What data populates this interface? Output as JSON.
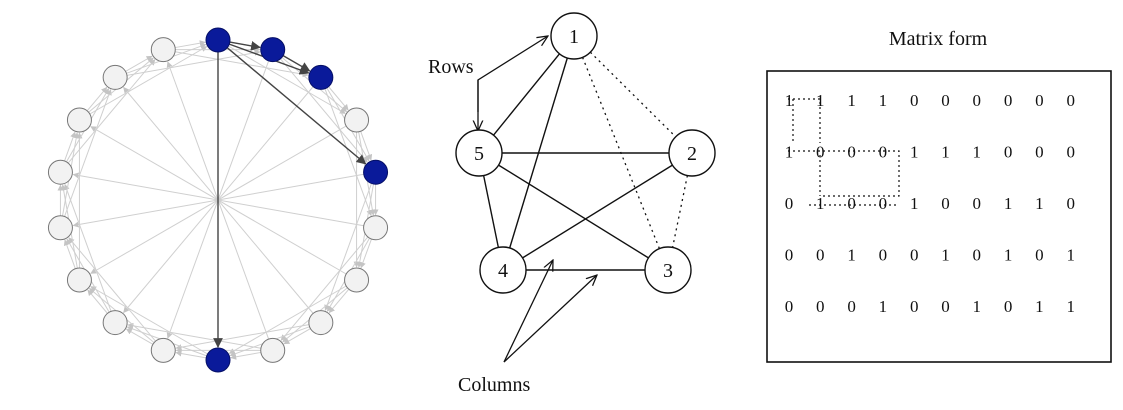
{
  "circle_graph": {
    "node_count": 18,
    "highlighted_nodes": [
      0,
      1,
      2,
      4,
      9
    ],
    "bold_edges": [
      [
        0,
        1
      ],
      [
        1,
        2
      ],
      [
        0,
        2
      ],
      [
        0,
        4
      ],
      [
        0,
        9
      ]
    ],
    "colors": {
      "highlight": "#0a1a9a",
      "node": "#f2f2f2",
      "edge": "#cfcfcf",
      "bold_edge": "#444444"
    }
  },
  "pentagon": {
    "nodes": [
      {
        "id": "1",
        "label": "1"
      },
      {
        "id": "2",
        "label": "2"
      },
      {
        "id": "3",
        "label": "3"
      },
      {
        "id": "4",
        "label": "4"
      },
      {
        "id": "5",
        "label": "5"
      }
    ],
    "solid_edges": [
      [
        "1",
        "4"
      ],
      [
        "1",
        "5"
      ],
      [
        "2",
        "5"
      ],
      [
        "2",
        "4"
      ],
      [
        "3",
        "5"
      ],
      [
        "3",
        "4"
      ],
      [
        "4",
        "5"
      ]
    ],
    "dotted_edges": [
      [
        "1",
        "2"
      ],
      [
        "1",
        "3"
      ],
      [
        "2",
        "3"
      ]
    ],
    "rows_label": "Rows",
    "columns_label": "Columns"
  },
  "matrix": {
    "title": "Matrix form",
    "rows": [
      [
        "1",
        "1",
        "1",
        "1",
        "0",
        "0",
        "0",
        "0",
        "0",
        "0"
      ],
      [
        "1",
        "0",
        "0",
        "0",
        "1",
        "1",
        "1",
        "0",
        "0",
        "0"
      ],
      [
        "0",
        "1",
        "0",
        "0",
        "1",
        "0",
        "0",
        "1",
        "1",
        "0"
      ],
      [
        "0",
        "0",
        "1",
        "0",
        "0",
        "1",
        "0",
        "1",
        "0",
        "1"
      ],
      [
        "0",
        "0",
        "0",
        "1",
        "0",
        "0",
        "1",
        "0",
        "1",
        "1"
      ]
    ]
  }
}
